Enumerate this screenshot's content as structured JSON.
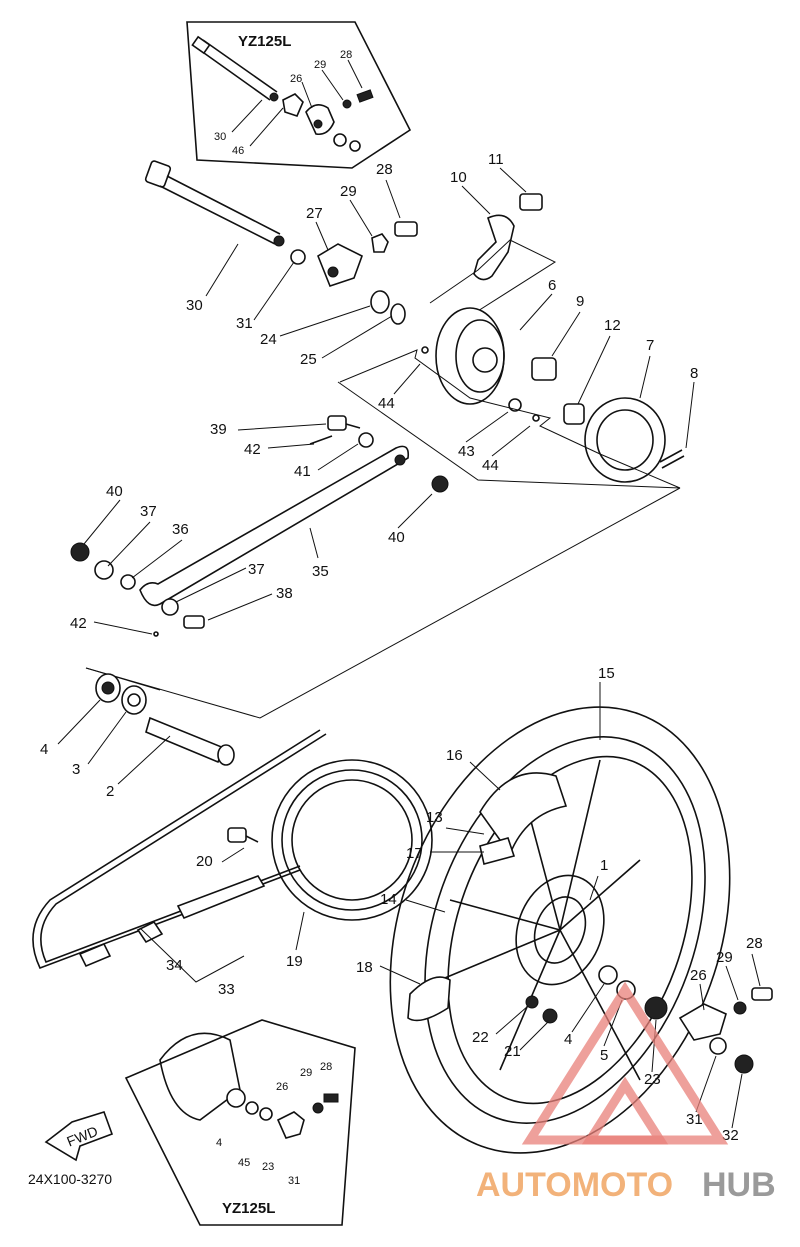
{
  "diagram": {
    "model_top": "YZ125L",
    "model_bottom": "YZ125L",
    "fwd_label": "FWD",
    "diagram_code": "24X100-3270",
    "labels": {
      "n1": "1",
      "n2": "2",
      "n3": "3",
      "n4": "4",
      "n4b": "4",
      "n5": "5",
      "n6": "6",
      "n7": "7",
      "n8": "8",
      "n9": "9",
      "n10": "10",
      "n11": "11",
      "n12": "12",
      "n13": "13",
      "n14": "14",
      "n15": "15",
      "n16": "16",
      "n17": "17",
      "n18": "18",
      "n19": "19",
      "n20": "20",
      "n21": "21",
      "n22": "22",
      "n23": "23",
      "n24": "24",
      "n25": "25",
      "n26": "26",
      "n27": "27",
      "n28": "28",
      "n29": "29",
      "n30": "30",
      "n31": "31",
      "n32": "32",
      "n33": "33",
      "n34": "34",
      "n35": "35",
      "n36": "36",
      "n37a": "37",
      "n37b": "37",
      "n38": "38",
      "n39": "39",
      "n40a": "40",
      "n40b": "40",
      "n41": "41",
      "n42a": "42",
      "n42b": "42",
      "n43": "43",
      "n44a": "44",
      "n44b": "44",
      "t30": "30",
      "t46": "46",
      "t26": "26",
      "t29": "29",
      "t28": "28",
      "b26": "26",
      "b29": "29",
      "b28": "28",
      "b4": "4",
      "b45": "45",
      "b23": "23",
      "b31": "31"
    }
  },
  "watermark": {
    "part1": "AUTOMOTO",
    "part2": "HUB",
    "color_main": "#f2b27a",
    "color_hub": "#9a9a9a"
  }
}
